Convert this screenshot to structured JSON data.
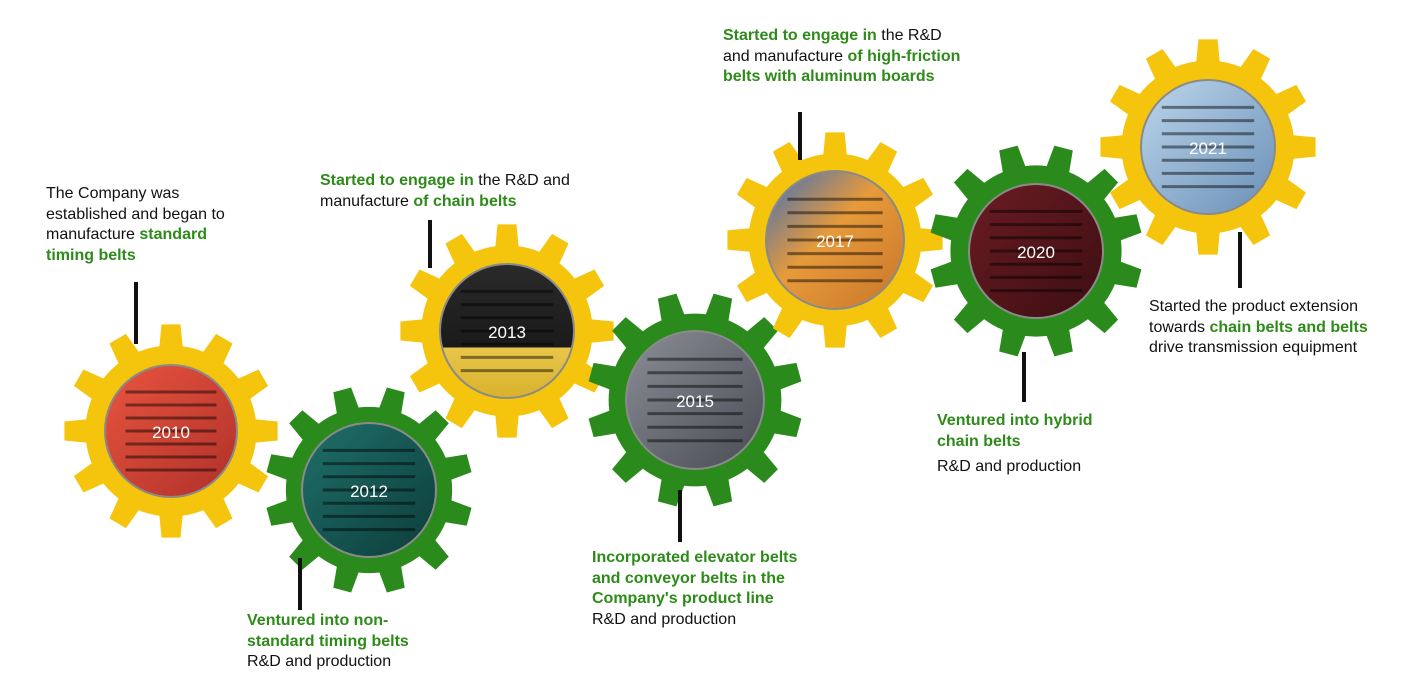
{
  "colors": {
    "gear_yellow": "#f5c40c",
    "gear_green": "#2a8a1c",
    "highlight_text": "#2e8b1a",
    "body_text": "#111111"
  },
  "milestones": [
    {
      "year": "2010",
      "gear_color": "yellow",
      "photo": "black-timing-belt-on-red",
      "caption": [
        {
          "text": "The Company was established and began to manufacture ",
          "style": "plain"
        },
        {
          "text": "standard timing belts",
          "style": "hl"
        }
      ],
      "sub": ""
    },
    {
      "year": "2012",
      "gear_color": "green",
      "photo": "green-belt-with-printed-text",
      "caption": [
        {
          "text": "Ventured into non-standard timing belts",
          "style": "hl"
        }
      ],
      "sub": "R&D and production"
    },
    {
      "year": "2013",
      "gear_color": "yellow",
      "photo": "black-and-yellow-chain-belt",
      "caption": [
        {
          "text": "Started to engage in",
          "style": "hl"
        },
        {
          "text": " the R&D and manufacture ",
          "style": "plain"
        },
        {
          "text": "of chain belts",
          "style": "hl"
        }
      ],
      "sub": ""
    },
    {
      "year": "2015",
      "gear_color": "green",
      "photo": "factory-interior",
      "caption": [
        {
          "text": "Incorporated elevator belts and conveyor belts in the Company's product line",
          "style": "hl"
        }
      ],
      "sub": "R&D and production"
    },
    {
      "year": "2017",
      "gear_color": "yellow",
      "photo": "orange-belt-on-conveyor-frame",
      "caption": [
        {
          "text": "Started to engage  in",
          "style": "hl"
        },
        {
          "text": " the R&D and manufacture ",
          "style": "plain"
        },
        {
          "text": "of high-friction belts with aluminum boards",
          "style": "hl"
        }
      ],
      "sub": ""
    },
    {
      "year": "2020",
      "gear_color": "green",
      "photo": "white-hybrid-chain-belt",
      "caption": [
        {
          "text": "Ventured into hybrid chain belts",
          "style": "hl"
        }
      ],
      "sub": "R&D and production"
    },
    {
      "year": "2021",
      "gear_color": "yellow",
      "photo": "car-assembly-line",
      "caption": [
        {
          "text": "Started the product extension towards ",
          "style": "plain"
        },
        {
          "text": "chain belts and belts",
          "style": "hl"
        },
        {
          "text": " drive transmission equipment",
          "style": "plain"
        }
      ],
      "sub": ""
    }
  ]
}
